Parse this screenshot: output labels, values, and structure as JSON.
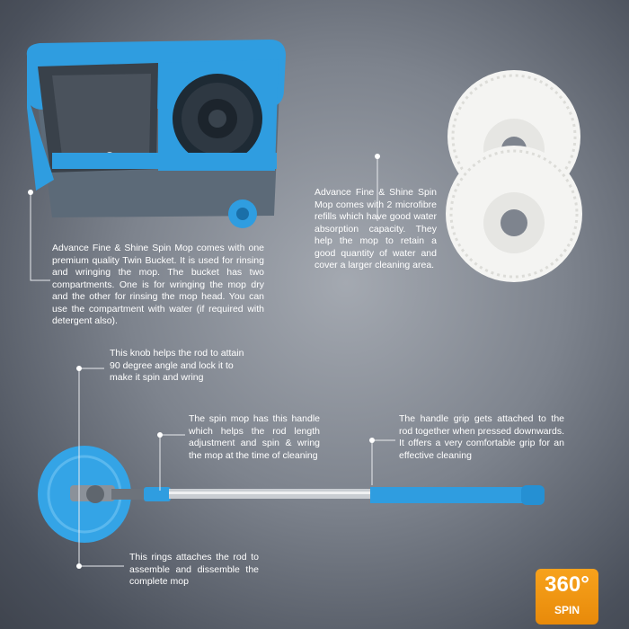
{
  "descriptions": {
    "bucket": "Advance Fine & Shine Spin Mop comes with one premium quality Twin Bucket. It is used for rinsing and wringing the mop. The bucket has two compartments. One is for wringing the mop dry and the other for rinsing the mop head. You can use the compartment with water (if required with detergent also).",
    "refills": "Advance Fine & Shine Spin Mop comes with 2 microfibre refills which have good water absorption capacity. They help the mop to retain a good quantity of water and cover a larger cleaning area.",
    "knob": "This knob helps the rod to attain 90 degree angle and lock it to make it spin and wring",
    "handle": "The spin mop has this handle which helps the rod length adjustment and spin & wring the mop at the time of cleaning",
    "grip": "The handle grip gets attached to the rod together when pressed downwards. It offers a very comfortable grip for an effective cleaning",
    "rings": "This rings attaches the rod to assemble and dissemble the complete mop"
  },
  "badge": {
    "degrees": "360°",
    "label": "SPIN"
  },
  "colors": {
    "accent_blue": "#2f9de0",
    "badge_orange": "#f39a14"
  }
}
